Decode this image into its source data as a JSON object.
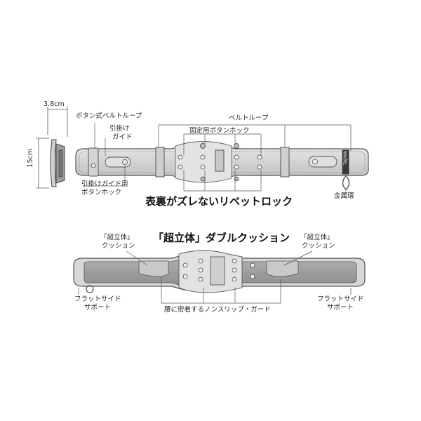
{
  "top_view": {
    "dim_width": "3.8cm",
    "dim_height": "15cm",
    "button_belt_loop": "ボタン式ベルトループ",
    "hook_guide_line1": "引掛け",
    "hook_guide_line2": "ガイド",
    "belt_loop": "ベルトループ",
    "fixing_snap": "固定用ボタンホック",
    "hook_guide_snap_line1": "引掛けガイド用",
    "hook_guide_snap_line2": "ボタンホック",
    "metal_ring": "金属環",
    "brand": "TAJIMA",
    "headline": "表裏がズレないリベットロック"
  },
  "bottom_view": {
    "headline": "「超立体」ダブルクッション",
    "cushion_left_line1": "「超立体」",
    "cushion_left_line2": "クッション",
    "cushion_right_line1": "「超立体」",
    "cushion_right_line2": "クッション",
    "flat_side_left_line1": "フラットサイド",
    "flat_side_left_line2": "サポート",
    "flat_side_right_line1": "フラットサイド",
    "flat_side_right_line2": "サポート",
    "nonslip_guard": "腰に密着するノンスリップ・ガード"
  },
  "colors": {
    "belt_fill": "#d9d9d9",
    "belt_outline": "#5a5a5a",
    "cushion_fill": "#9a9a9a",
    "leader_line": "#555555"
  }
}
